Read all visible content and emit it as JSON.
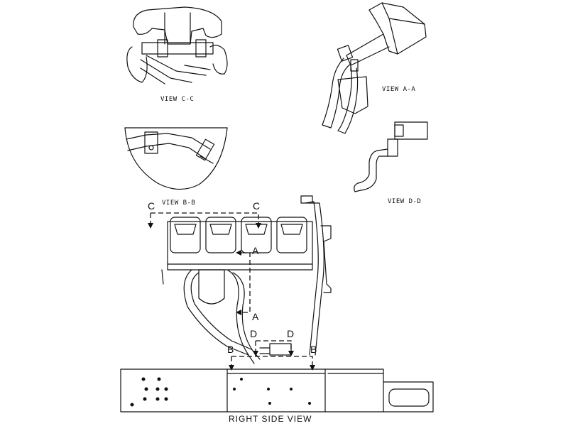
{
  "views": {
    "view_c": "VIEW C-C",
    "view_a": "VIEW A-A",
    "view_b": "VIEW B-B",
    "view_d": "VIEW D-D",
    "right_side": "RIGHT SIDE VIEW"
  },
  "section_letters": {
    "c_left": "C",
    "c_right": "C",
    "a_top": "A",
    "a_bottom": "A",
    "d_left": "D",
    "d_right": "D",
    "b_left": "B",
    "b_right": "B"
  },
  "colors": {
    "line": "#111111",
    "background": "#ffffff"
  }
}
